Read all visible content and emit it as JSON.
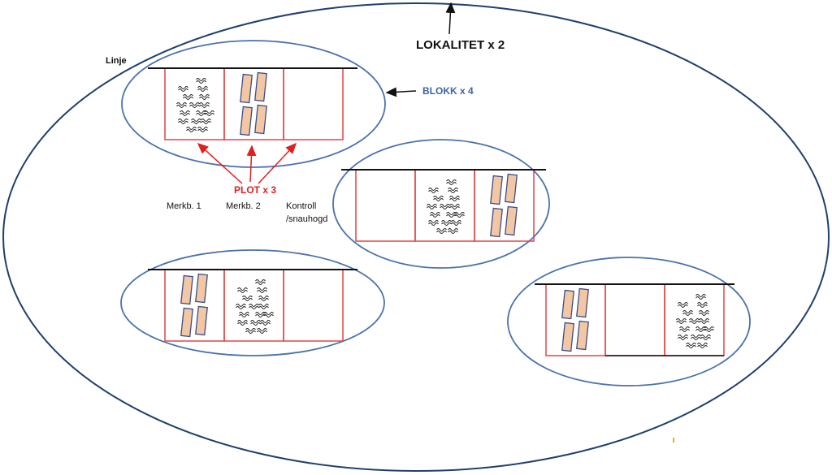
{
  "labels": {
    "lokalitet": "LOKALITET x 2",
    "linje": "Linje",
    "blokk": "BLOKK x 4",
    "plot": "PLOT x 3",
    "merkb1": "Merkb. 1",
    "merkb2": "Merkb. 2",
    "kontroll_line1": "Kontroll",
    "kontroll_line2": "/snauhogd"
  },
  "colors": {
    "locality_outline": "#1f3f6e",
    "block_outline": "#4a72ad",
    "plot_border": "#e04545",
    "line": "#111111",
    "arrow_black": "#111111",
    "arrow_red": "#e02020",
    "blokk_text": "#3b64a8",
    "plot_text": "#e02020",
    "bar_fill": "#f3c6a4",
    "bar_stroke": "#3a4f8a"
  },
  "blocks": [
    {
      "plots": [
        "snow",
        "bars",
        "empty"
      ]
    },
    {
      "plots": [
        "empty",
        "snow",
        "bars"
      ]
    },
    {
      "plots": [
        "bars",
        "snow",
        "empty"
      ]
    },
    {
      "plots": [
        "bars",
        "empty",
        "snow"
      ]
    }
  ]
}
